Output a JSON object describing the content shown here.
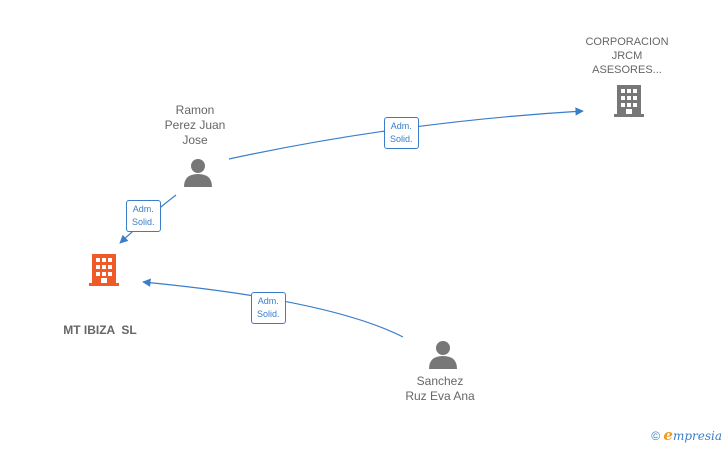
{
  "nodes": {
    "corporacion": {
      "label_lines": [
        "CORPORACION",
        "JRCM",
        "ASESORES..."
      ],
      "type": "company"
    },
    "ramon": {
      "label_lines": [
        "Ramon",
        "Perez Juan",
        "Jose"
      ],
      "type": "person"
    },
    "mt_ibiza": {
      "label": "MT IBIZA  SL",
      "type": "company",
      "focus": true
    },
    "sanchez": {
      "label_lines": [
        "Sanchez",
        "Ruz Eva Ana"
      ],
      "type": "person"
    }
  },
  "edges": [
    {
      "from": "ramon",
      "to": "corporacion",
      "label_lines": [
        "Adm.",
        "Solid."
      ]
    },
    {
      "from": "ramon",
      "to": "mt_ibiza",
      "label_lines": [
        "Adm.",
        "Solid."
      ]
    },
    {
      "from": "sanchez",
      "to": "mt_ibiza",
      "label_lines": [
        "Adm.",
        "Solid."
      ]
    }
  ],
  "colors": {
    "edge": "#3a7ec9",
    "person": "#777777",
    "company": "#777777",
    "focus_company": "#f05a28"
  },
  "icons": {
    "person": "person-icon",
    "company": "building-icon"
  },
  "watermark": {
    "copyright": "©",
    "brand_e": "e",
    "brand_rest": "mpresia"
  }
}
